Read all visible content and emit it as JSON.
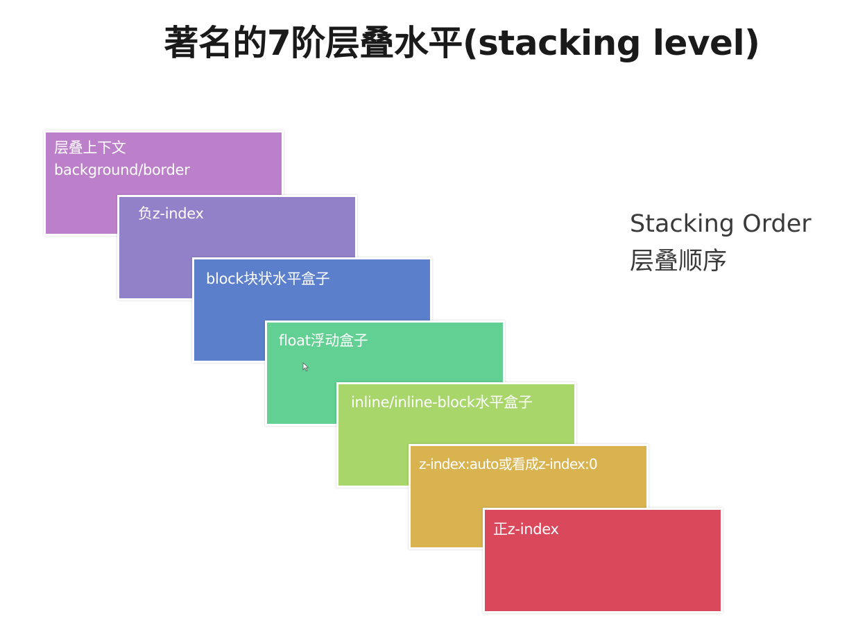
{
  "title": "著名的7阶层叠水平(stacking level)",
  "side_label": {
    "line1": "Stacking Order",
    "line2": "层叠顺序"
  },
  "layers": [
    {
      "line1": "层叠上下文",
      "line2": "background/border",
      "color": "#bb80c9"
    },
    {
      "line1": "负z-index",
      "color": "#9181c8"
    },
    {
      "line1": "block块状水平盒子",
      "color": "#5b7fcb"
    },
    {
      "line1": "float浮动盒子",
      "color": "#62cf93"
    },
    {
      "line1": "inline/inline-block水平盒子",
      "color": "#a8d66a"
    },
    {
      "line1": "z-index:auto或看成z-index:0",
      "color": "#d9b350"
    },
    {
      "line1": "正z-index",
      "color": "#d9485b"
    }
  ],
  "icons": {
    "cursor": "mouse-pointer-icon"
  }
}
